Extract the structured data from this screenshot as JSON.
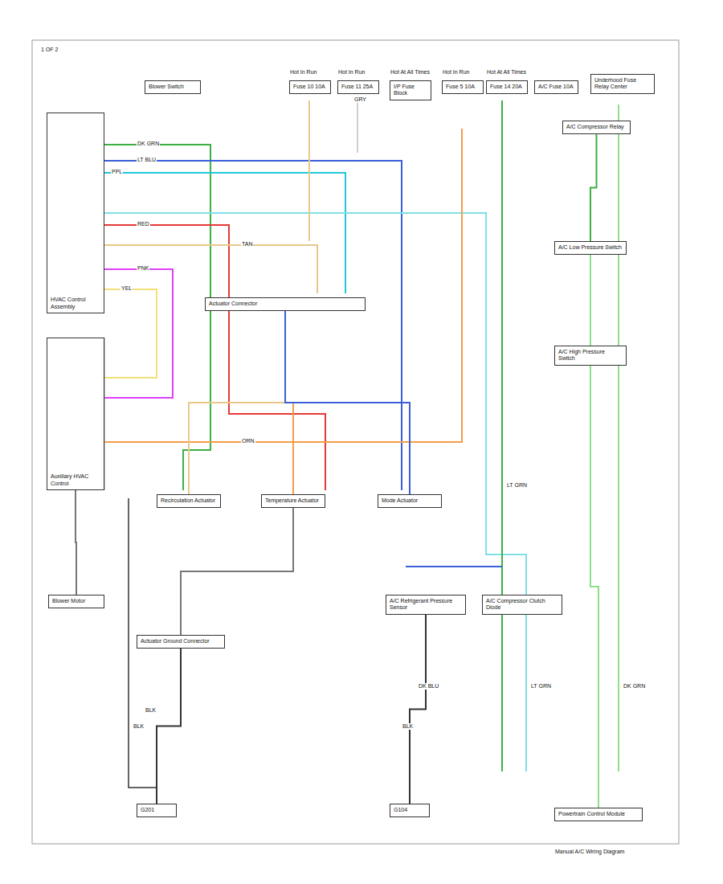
{
  "diagram": {
    "nodes": [
      {
        "text": [
          "Blower Switch"
        ]
      },
      {
        "text": [
          "Fuse 10 10A"
        ]
      },
      {
        "text": [
          "Fuse 11 25A"
        ]
      },
      {
        "text": [
          "I/P Fuse Block"
        ]
      },
      {
        "text": [
          "Fuse 5 10A"
        ]
      },
      {
        "text": [
          "Fuse 14 20A"
        ]
      },
      {
        "text": [
          "A/C Fuse 10A"
        ]
      },
      {
        "text": [
          "Underhood Fuse Relay Center"
        ]
      },
      {
        "text": [
          "A/C Compressor Relay"
        ]
      },
      {
        "text": [
          "HVAC Control Assembly"
        ]
      },
      {
        "text": [
          "Auxiliary HVAC Control"
        ]
      },
      {
        "text": [
          "Blower Motor"
        ]
      },
      {
        "text": [
          "Actuator Connector"
        ]
      },
      {
        "text": [
          "Recirculation Actuator"
        ]
      },
      {
        "text": [
          "Temperature Actuator"
        ]
      },
      {
        "text": [
          "Mode Actuator"
        ]
      },
      {
        "text": [
          "Actuator Ground Connector"
        ]
      },
      {
        "text": [
          "G201"
        ]
      },
      {
        "text": [
          "A/C Refrigerant Pressure Sensor"
        ]
      },
      {
        "text": [
          "G104"
        ]
      },
      {
        "text": [
          "A/C Compressor Clutch Diode"
        ]
      },
      {
        "text": [
          "A/C Low Pressure Switch"
        ]
      },
      {
        "text": [
          "A/C High Pressure Switch"
        ]
      },
      {
        "text": [
          "Powertrain Control Module"
        ]
      }
    ],
    "edges": [
      {
        "from": 12,
        "to": 13,
        "arrow": "none"
      },
      {
        "from": 12,
        "to": 14,
        "arrow": "none"
      },
      {
        "from": 12,
        "to": 15,
        "arrow": "none"
      },
      {
        "from": 14,
        "to": 16,
        "arrow": "none"
      },
      {
        "from": 16,
        "to": 17,
        "arrow": "none"
      },
      {
        "from": 18,
        "to": 19,
        "arrow": "none"
      },
      {
        "from": 21,
        "to": 22,
        "arrow": "none"
      },
      {
        "from": 8,
        "to": 21,
        "arrow": "none"
      },
      {
        "from": 22,
        "to": 23,
        "arrow": "none"
      },
      {
        "from": 10,
        "to": 11,
        "arrow": "none"
      }
    ],
    "labels": [
      "1 OF 2",
      "Hot In Run",
      "Hot In Run",
      "Hot At All Times",
      "Hot In Run",
      "Hot At All Times",
      "DK GRN",
      "LT BLU",
      "RED",
      "PNK",
      "TAN",
      "ORN",
      "YEL",
      "GRY",
      "BLK",
      "PPL",
      "DK BLU",
      "LT GRN",
      "BLK",
      "BLK",
      "LT GRN",
      "DK GRN",
      "Manual A/C Wiring Diagram"
    ]
  }
}
